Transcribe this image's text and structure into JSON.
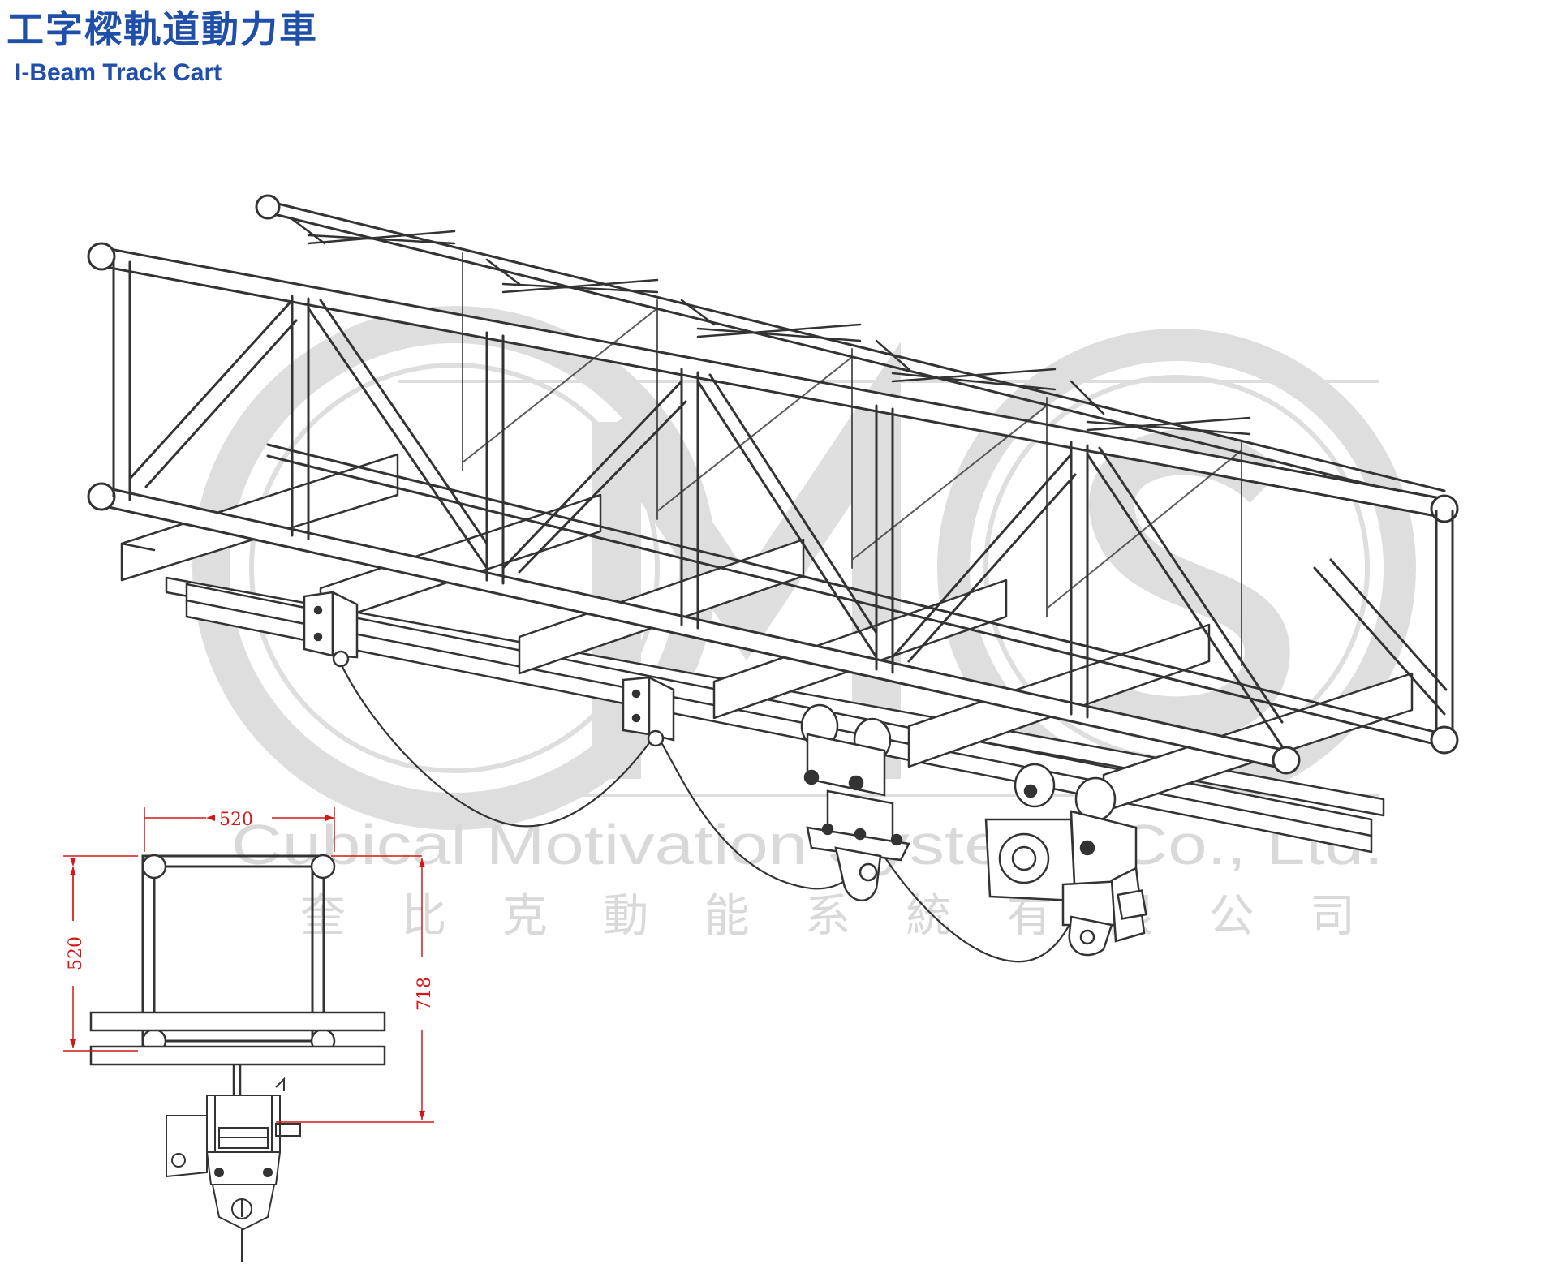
{
  "header": {
    "title_zh": "工字樑軌道動力車",
    "title_en": "I-Beam Track Cart"
  },
  "watermark": {
    "logo": "CMS",
    "company_en": "Cubical Motivation Systems Co., Ltd.",
    "company_zh": "奎比克動能系統有限公司"
  },
  "dimensions": {
    "width": "520",
    "height": "520",
    "total_height": "718"
  },
  "colors": {
    "title": "#1f4fa8",
    "dimension": "#d01a1a",
    "line": "#333333",
    "watermark": "#d9d9d9"
  }
}
